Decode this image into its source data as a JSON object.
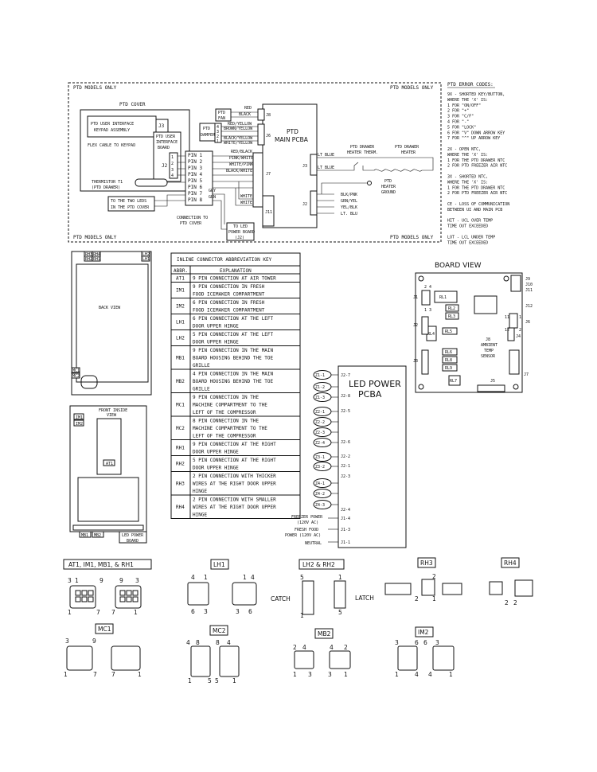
{
  "ptd": {
    "models_only": "PTD MODELS ONLY",
    "ptd_cover": "PTD COVER",
    "keypad_line1": "PTD USER INTERFACE",
    "keypad_line2": "KEYPAD ASSEMBLY",
    "flex_cable": "FLEX CABLE TO KEYPAD",
    "j3": "J3",
    "j2": "J2",
    "ui_board_l1": "PTD USER",
    "ui_board_l2": "INTERFACE",
    "ui_board_l3": "BOARD",
    "thermistor_l1": "THERMISTOR T1",
    "thermistor_l2": "(PTD DRAWER)",
    "leds_l1": "TO THE TWO LEDS",
    "leds_l2": "IN THE PTD COVER",
    "conn_l1": "CONNECTION TO",
    "conn_l2": "PTD COVER",
    "led_board_l1": "TO LED",
    "led_board_l2": "POWER BOARD",
    "led_board_l3": "(J2)",
    "pins": [
      "PIN 1",
      "PIN 2",
      "PIN 3",
      "PIN 4",
      "PIN 5",
      "PIN 6",
      "PIN 7",
      "PIN 8"
    ],
    "pin_wires": [
      "RED/BLACK",
      "PINK/WHITE",
      "WHITE/PINK",
      "BLACK/WHITE",
      "",
      "",
      "GRY",
      "GRN"
    ],
    "fan_l1": "PTD",
    "fan_l2": "FAN",
    "damper_l1": "PTD",
    "damper_l2": "DAMPER",
    "fan_wires": [
      "RED",
      "BLACK"
    ],
    "damper_wires": [
      "RED/YELLOW",
      "BROWN/YELLOW",
      "BLACK/YELLOW",
      "WHITE/YELLOW"
    ],
    "pcba_l1": "PTD",
    "pcba_l2": "MAIN PCBA",
    "j8": "J8",
    "j6": "J6",
    "j7": "J7",
    "j11": "J11",
    "j3b": "J3",
    "j2b": "J2",
    "white1": "WHITE",
    "white2": "WHITE",
    "lt_blue1": "LT BLUE",
    "lt_blue2": "LT BLUE",
    "drawer_therm_l1": "PTD DRAWER",
    "drawer_therm_l2": "HEATER THERM.",
    "drawer_heater_l1": "PTD DRAWER",
    "drawer_heater_l2": "HEATER",
    "heater_ground_l1": "PTD",
    "heater_ground_l2": "HEATER",
    "heater_ground_l3": "GROUND",
    "j2_wires": [
      "BLK/PNK",
      "GRN/YEL",
      "YEL/BLK",
      "LT. BLU"
    ]
  },
  "error_codes": {
    "title": "PTD ERROR CODES:",
    "lines": [
      "9X - SHORTED KEY/BUTTON,",
      "     WHERE THE 'X' IS:",
      "  1 FOR \"ON/OFF\"",
      "  2 FOR \"+\"",
      "  3 FOR \"C/F\"",
      "  4 FOR \"-\"",
      "  5 FOR \"LOCK\"",
      "  6 FOR \"V\" DOWN ARROW KEY",
      "  7 FOR \"^\" UP ARROW KEY",
      "",
      "2X - OPEN NTC,",
      "     WHERE THE 'X' IS:",
      "  1 FOR THE PTD DRAWER NTC",
      "  2 FOR PTD FREEZER AIR NTC",
      "",
      "3X - SHORTED NTC,",
      "     WHERE THE 'X' IS:",
      "  1 FOR THE PTD DRAWER NTC",
      "  2 FOR PTD FREEZER AIR NTC",
      "",
      "CE - LOSS OF COMMUNICATION",
      "     BETWEEN UI AND MAIN PCB",
      "",
      "HIT - UCL OVER TEMP",
      "      TIME OUT EXCEEDED",
      "",
      "LOT - LCL UNDER TEMP",
      "      TIME OUT EXCEEDED"
    ]
  },
  "back_view": {
    "label": "BACK VIEW",
    "rh3": "RH3",
    "rh4": "RH4",
    "rh2": "RH2",
    "rh1": "RH1",
    "lh2": "LH2",
    "lh1": "LH1",
    "mc1": "MC1",
    "mc2": "MC2"
  },
  "front_view": {
    "label_l1": "FRONT INSIDE",
    "label_l2": "VIEW",
    "im1": "IM1",
    "im2": "IM2",
    "at1": "AT1",
    "mb1": "MB1",
    "mb2": "MB2",
    "led_board_l1": "LED POWER",
    "led_board_l2": "BOARD"
  },
  "abbrev_table": {
    "title": "INLINE CONNECTOR ABBREVIATION KEY",
    "col_abbr": "ABBR.",
    "col_expl": "EXPLANATION",
    "rows": [
      {
        "abbr": "AT1",
        "lines": [
          "9 PIN CONNECTION AT AIR TOWER"
        ]
      },
      {
        "abbr": "IM1",
        "lines": [
          "9 PIN CONNECTION IN FRESH",
          "FOOD ICEMAKER COMPARTMENT"
        ]
      },
      {
        "abbr": "IM2",
        "lines": [
          "6 PIN CONNECTION IN FRESH",
          "FOOD ICEMAKER COMPARTMENT"
        ]
      },
      {
        "abbr": "LH1",
        "lines": [
          "6 PIN CONNECTION AT THE LEFT",
          "DOOR UPPER HINGE"
        ]
      },
      {
        "abbr": "LH2",
        "lines": [
          "5 PIN CONNECTION AT THE LEFT",
          "DOOR UPPER HINGE"
        ]
      },
      {
        "abbr": "MB1",
        "lines": [
          "9 PIN CONNECTION IN THE MAIN",
          "BOARD HOUSING BEHIND THE TOE",
          "GRILLE"
        ]
      },
      {
        "abbr": "MB2",
        "lines": [
          "4 PIN CONNECTION IN THE MAIN",
          "BOARD HOUSING BEHIND THE TOE",
          "GRILLE"
        ]
      },
      {
        "abbr": "MC1",
        "lines": [
          "9 PIN CONNECTION IN THE",
          "MACHINE COMPARTMENT TO THE",
          "LEFT OF THE COMPRESSOR"
        ]
      },
      {
        "abbr": "MC2",
        "lines": [
          "8 PIN CONNECTION IN THE",
          "MACHINE COMPARTMENT TO THE",
          "LEFT OF THE COMPRESSOR"
        ]
      },
      {
        "abbr": "RH1",
        "lines": [
          "9 PIN CONNECTION AT THE RIGHT",
          "DOOR UPPER HINGE"
        ]
      },
      {
        "abbr": "RH2",
        "lines": [
          "5 PIN CONNECTION AT THE RIGHT",
          "DOOR UPPER HINGE"
        ]
      },
      {
        "abbr": "RH3",
        "lines": [
          "2 PIN CONNECTION WITH THICKER",
          "WIRES AT THE RIGHT DOOR UPPER",
          "HINGE"
        ]
      },
      {
        "abbr": "RH4",
        "lines": [
          "2 PIN CONNECTION WITH SMALLER",
          "WIRES AT THE RIGHT DOOR UPPER",
          "HINGE"
        ]
      }
    ]
  },
  "board_view": {
    "title": "BOARD VIEW",
    "relays": [
      "RL1",
      "RL2",
      "RL3",
      "RL4",
      "RL5",
      "RL6",
      "RL8",
      "RL9",
      "RL7"
    ],
    "connectors": [
      "J1",
      "J2",
      "J3",
      "J4",
      "J5",
      "J6",
      "J7",
      "J8",
      "J9",
      "J10",
      "J11",
      "J12"
    ],
    "ambient_l1": "J8",
    "ambient_l2": "AMBIENT",
    "ambient_l3": "TEMP",
    "ambient_l4": "SENSOR",
    "pin_small": [
      "2",
      "4",
      "1",
      "3",
      "11",
      "1",
      "12",
      "2"
    ]
  },
  "led_pcba": {
    "title_l1": "LED POWER",
    "title_l2": "PCBA",
    "pills": [
      "Z1-1",
      "Z1-2",
      "Z1-3",
      "Z2-1",
      "Z2-2",
      "Z2-3",
      "Z2-4",
      "Z3-1",
      "Z3-2",
      "Z4-1",
      "Z4-2",
      "Z4-3"
    ],
    "pins": [
      "J2-7",
      "J2-8",
      "J2-5",
      "J2-6",
      "J2-2",
      "J2-1",
      "J2-3",
      "J2-4",
      "J1-4",
      "J1-3",
      "J1-1"
    ],
    "freezer_l1": "FREEZER POWER",
    "freezer_l2": "(120V AC)",
    "fresh_l1": "FRESH FOOD",
    "fresh_l2": "POWER (120V AC)",
    "neutral": "NEUTRAL"
  },
  "connectors": {
    "at1_group": "AT1, IM1, MB1, & RH1",
    "lh1": "LH1",
    "lh2_rh2": "LH2 & RH2",
    "rh3": "RH3",
    "rh4": "RH4",
    "mc1": "MC1",
    "mc2": "MC2",
    "mb2": "MB2",
    "im2": "IM2",
    "catch": "CATCH",
    "latch": "LATCH",
    "n1": "1",
    "n3": "3",
    "n4": "4",
    "n5": "5",
    "n6": "6",
    "n7": "7",
    "n8": "8",
    "n9": "9",
    "n2": "2"
  }
}
